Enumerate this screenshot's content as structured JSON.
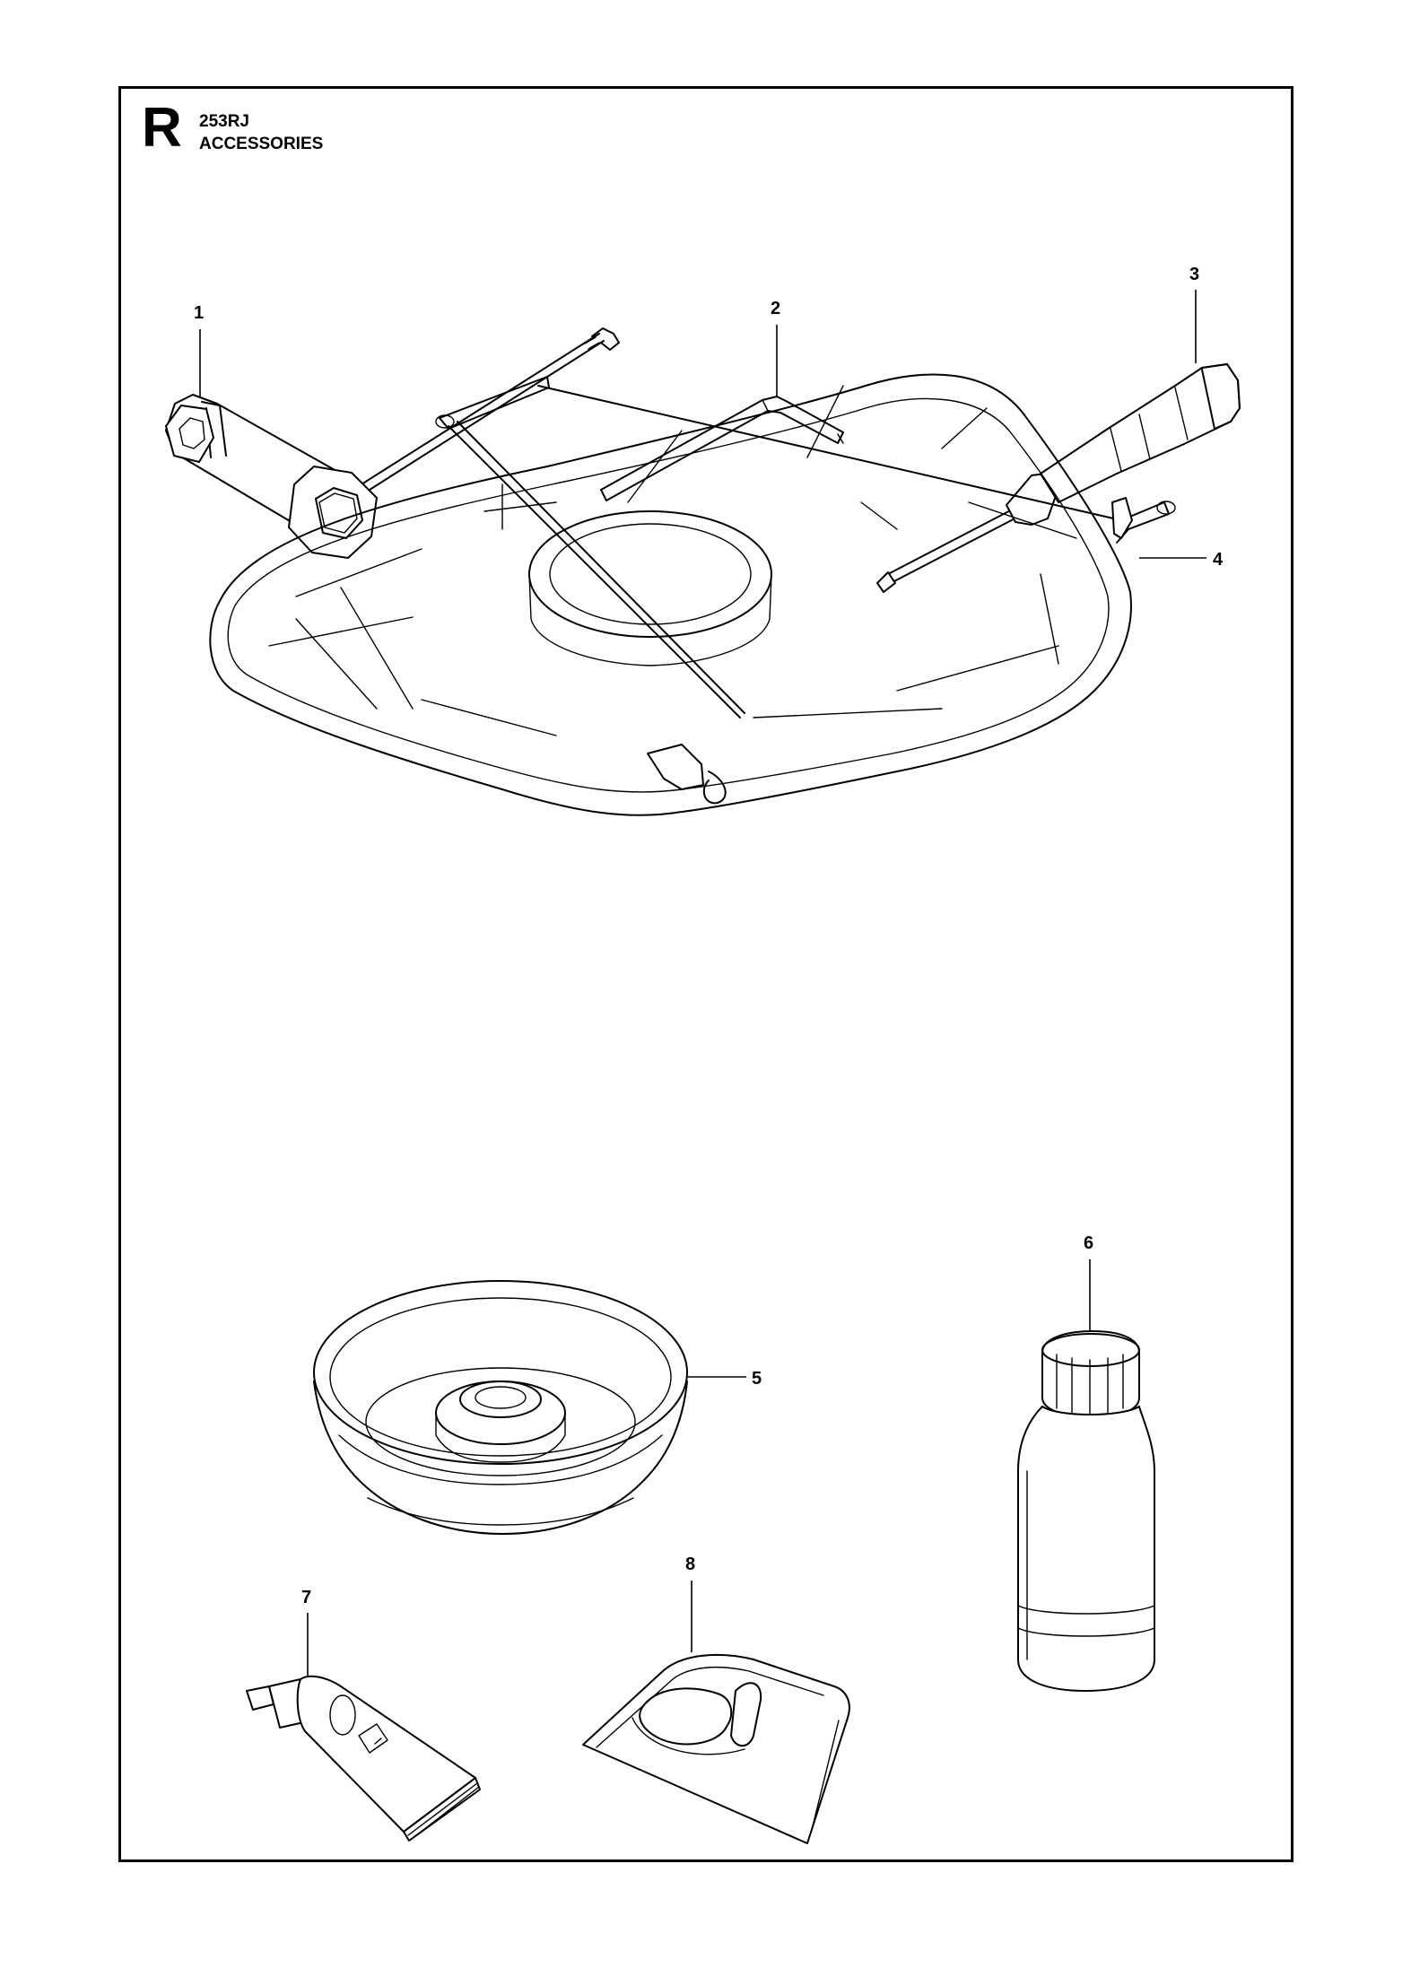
{
  "header": {
    "section_letter": "R",
    "model": "253RJ",
    "title": "ACCESSORIES"
  },
  "parts": [
    {
      "number": "1",
      "depicts": "combination-spanner"
    },
    {
      "number": "2",
      "depicts": "hex-key"
    },
    {
      "number": "3",
      "depicts": "screwdriver"
    },
    {
      "number": "4",
      "depicts": "trimmer-guard"
    },
    {
      "number": "5",
      "depicts": "support-cup"
    },
    {
      "number": "6",
      "depicts": "oil-bottle"
    },
    {
      "number": "7",
      "depicts": "grease-tube"
    },
    {
      "number": "8",
      "depicts": "harness-pad"
    }
  ]
}
